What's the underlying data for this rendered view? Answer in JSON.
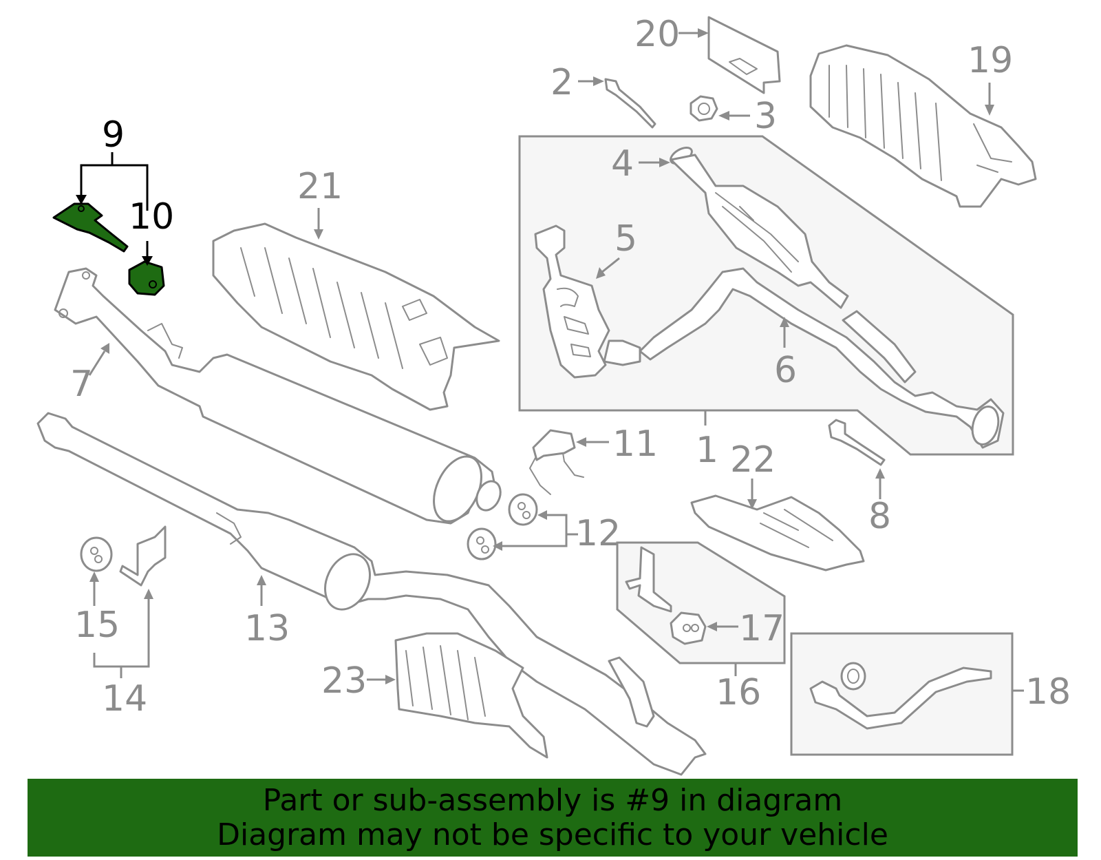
{
  "colors": {
    "part_stroke": "#8c8c8c",
    "highlight_fill": "#1e6b12",
    "highlight_text": "#000000",
    "banner_bg": "#1e6b12"
  },
  "callouts": {
    "c1": "1",
    "c2": "2",
    "c3": "3",
    "c4": "4",
    "c5": "5",
    "c6": "6",
    "c7": "7",
    "c8": "8",
    "c9": "9",
    "c10": "10",
    "c11": "11",
    "c12": "12",
    "c13": "13",
    "c14": "14",
    "c15": "15",
    "c16": "16",
    "c17": "17",
    "c18": "18",
    "c19": "19",
    "c20": "20",
    "c21": "21",
    "c22": "22",
    "c23": "23"
  },
  "banner": {
    "line1": "Part or sub-assembly is #9 in diagram",
    "line2": "Diagram may not be specific to your vehicle"
  }
}
